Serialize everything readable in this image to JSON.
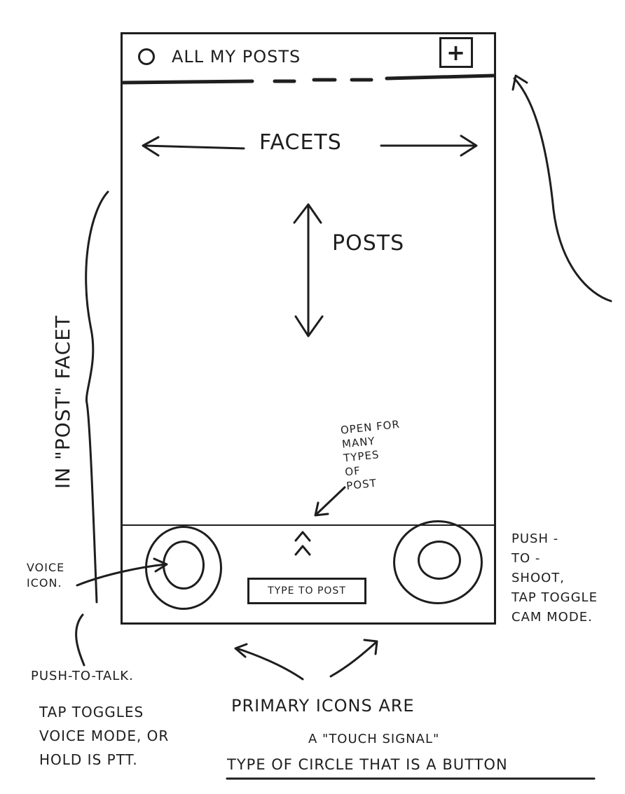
{
  "header": {
    "title": "ALL MY POSTS",
    "add_label": "+"
  },
  "labels": {
    "facets": "FACETS",
    "posts": "POSTS",
    "open_for": "OPEN FOR\nMANY\nTYPES\nOF\nPOST",
    "type_to_post": "TYPE TO POST",
    "in_post_facet": "IN \"POST\" FACET",
    "voice_icon": "VOICE\nICON.",
    "push_to_talk": "PUSH-TO-TALK.",
    "tap_toggles_voice": "TAP TOGGLES\nVOICE MODE, OR\nHOLD IS PTT.",
    "push_to_shoot": "PUSH -\nTO -\nSHOOT,\nTAP TOGGLE\nCAM MODE.",
    "primary_icons": "PRIMARY ICONS ARE",
    "touch_signal": "A \"TOUCH SIGNAL\"",
    "circle_button": "TYPE OF CIRCLE THAT IS A BUTTON"
  },
  "icons": {
    "header_circle": "circle-icon",
    "add": "plus-icon",
    "expand": "double-chevron-up-icon",
    "voice": "microphone-circle-icon",
    "camera": "camera-circle-icon"
  },
  "colors": {
    "ink": "#1e1e1e",
    "paper": "#ffffff"
  }
}
